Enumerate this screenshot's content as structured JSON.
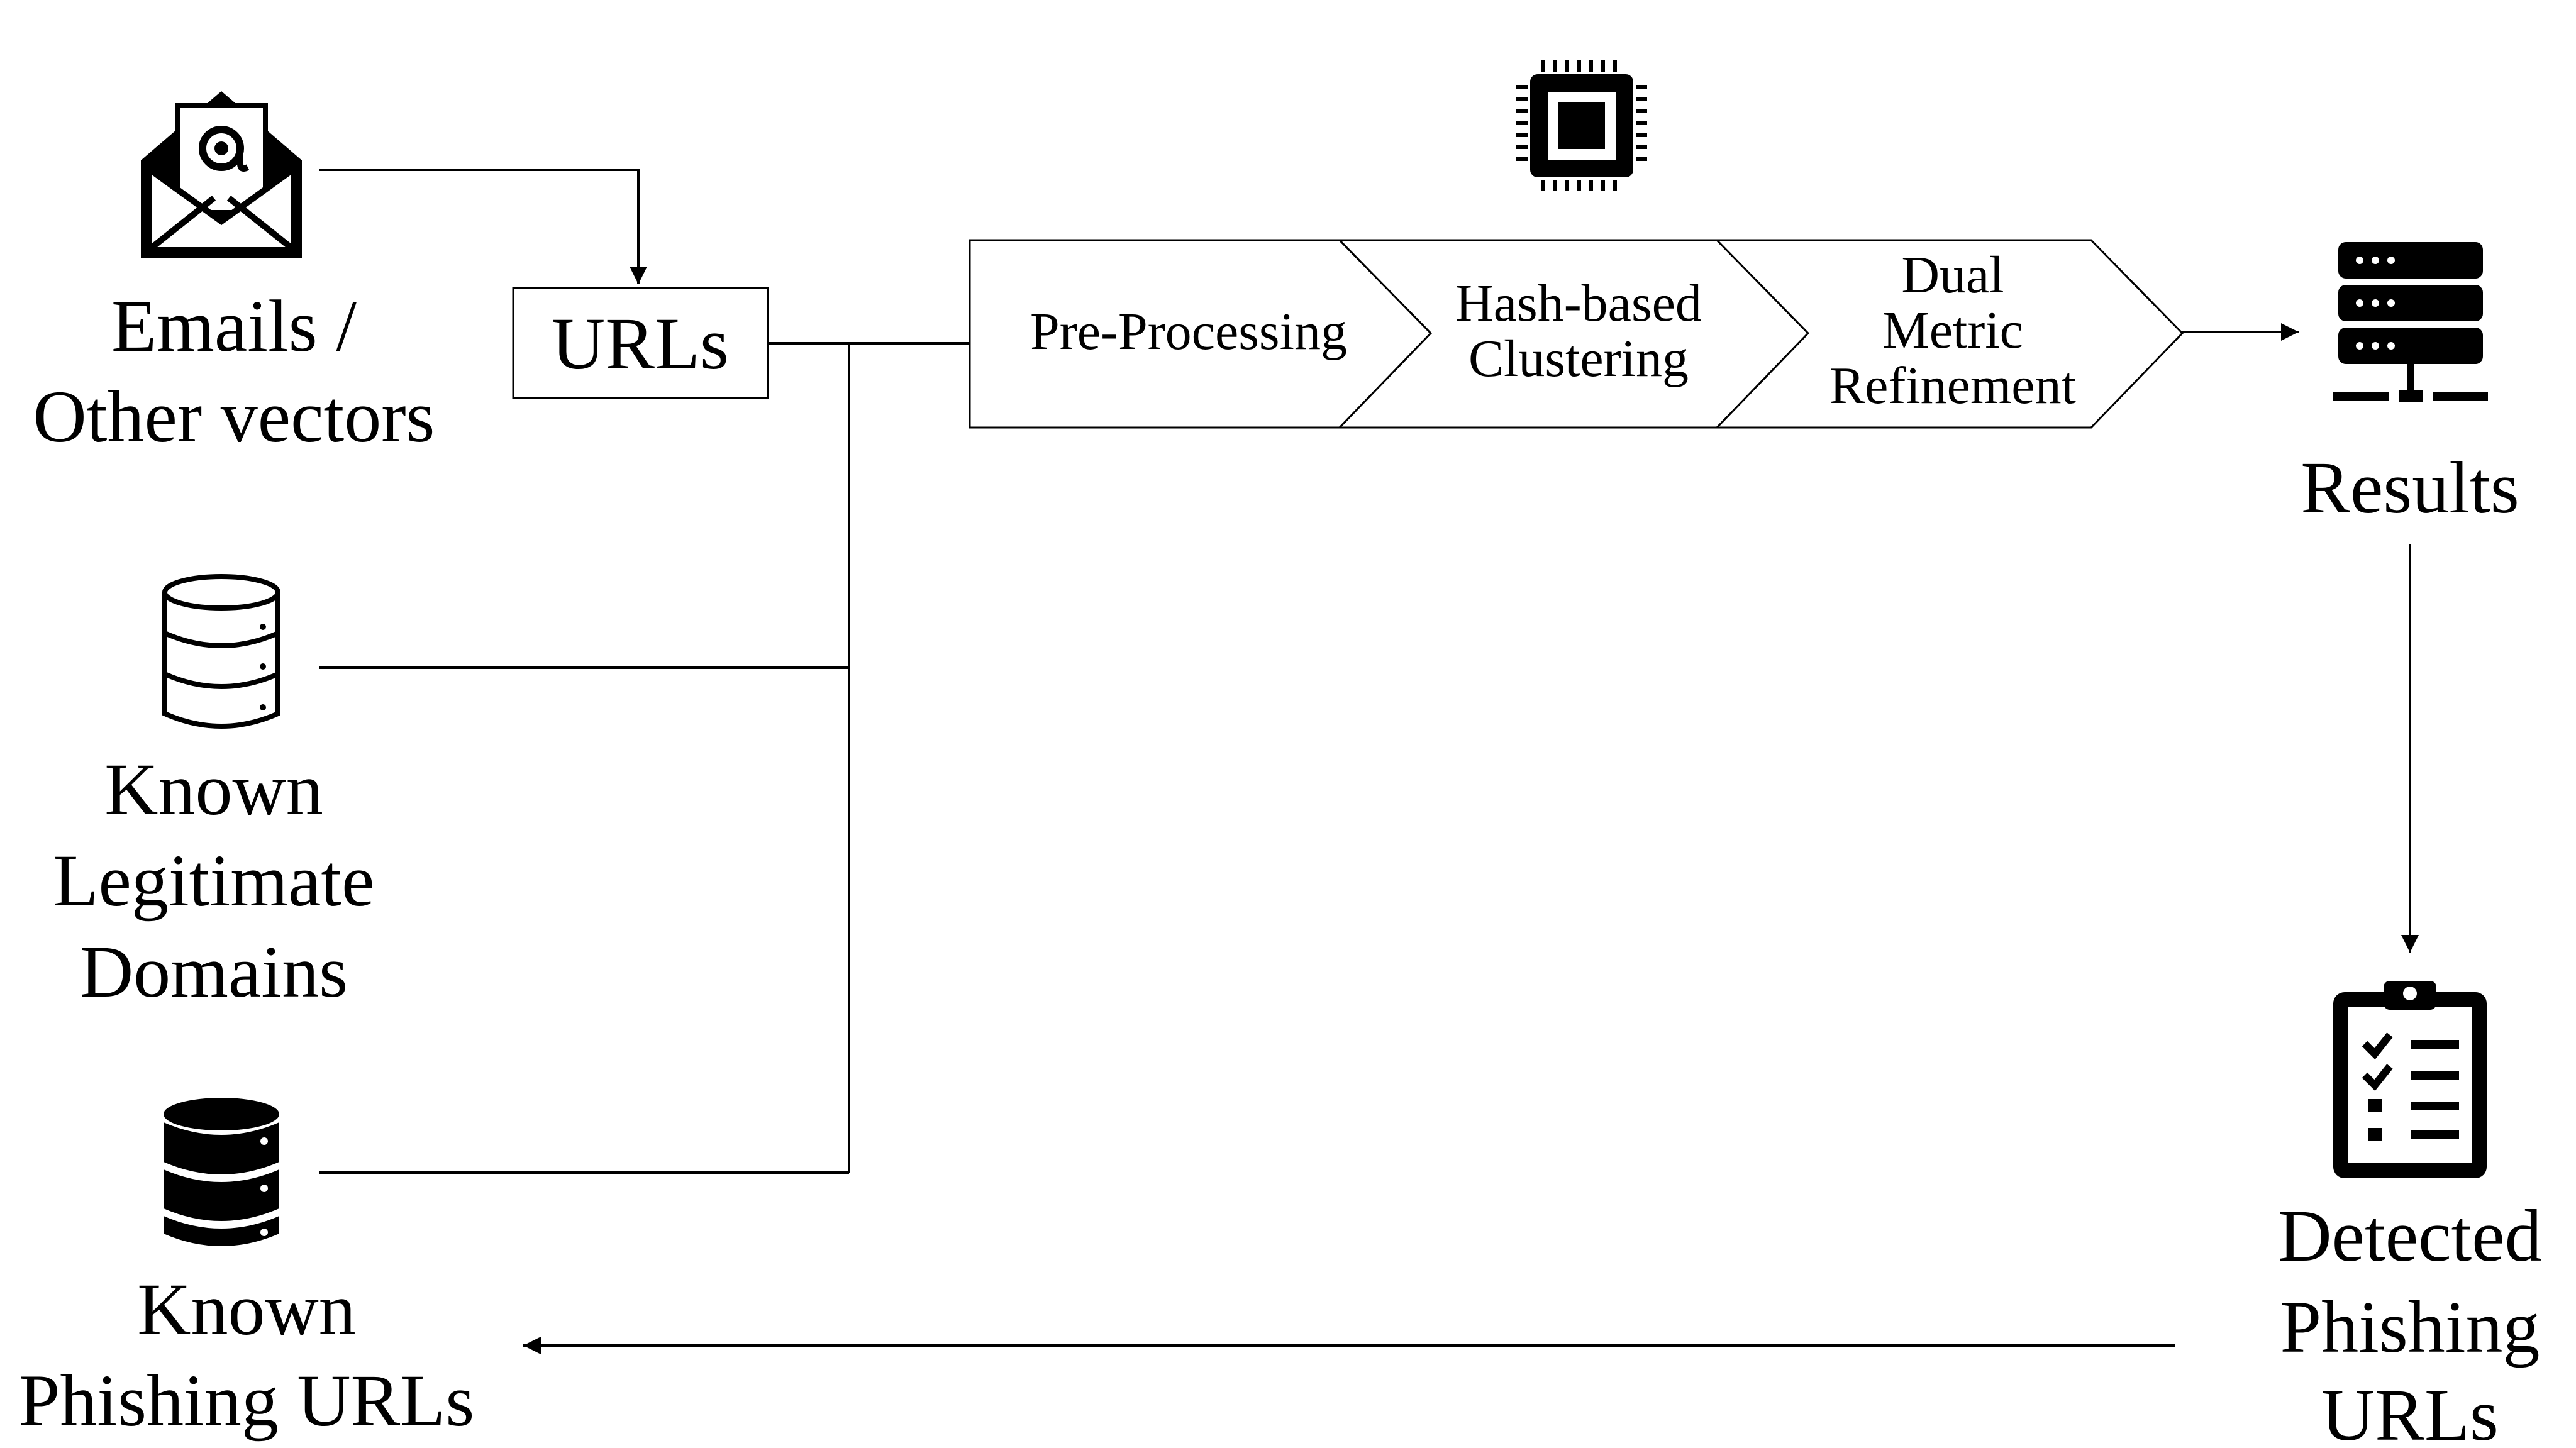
{
  "colors": {
    "stroke": "#000000",
    "background": "#ffffff"
  },
  "sources": {
    "emails_icon": "envelope-at-icon",
    "emails_label": [
      "Emails /",
      "Other vectors"
    ],
    "legit_icon": "database-outline-icon",
    "legit_label": [
      "Known",
      "Legitimate",
      "Domains"
    ],
    "phishing_icon": "database-solid-icon",
    "phishing_label": [
      "Known",
      "Phishing URLs"
    ]
  },
  "urls_box": {
    "label": "URLs"
  },
  "pipeline": {
    "icon": "cpu-chip-icon",
    "stages": [
      {
        "lines": [
          "Pre-Processing"
        ]
      },
      {
        "lines": [
          "Hash-based",
          "Clustering"
        ]
      },
      {
        "lines": [
          "Dual",
          "Metric",
          "Refinement"
        ]
      }
    ]
  },
  "results": {
    "icon": "server-icon",
    "label": "Results"
  },
  "detected": {
    "icon": "clipboard-checklist-icon",
    "label": [
      "Detected",
      "Phishing",
      "URLs"
    ]
  }
}
